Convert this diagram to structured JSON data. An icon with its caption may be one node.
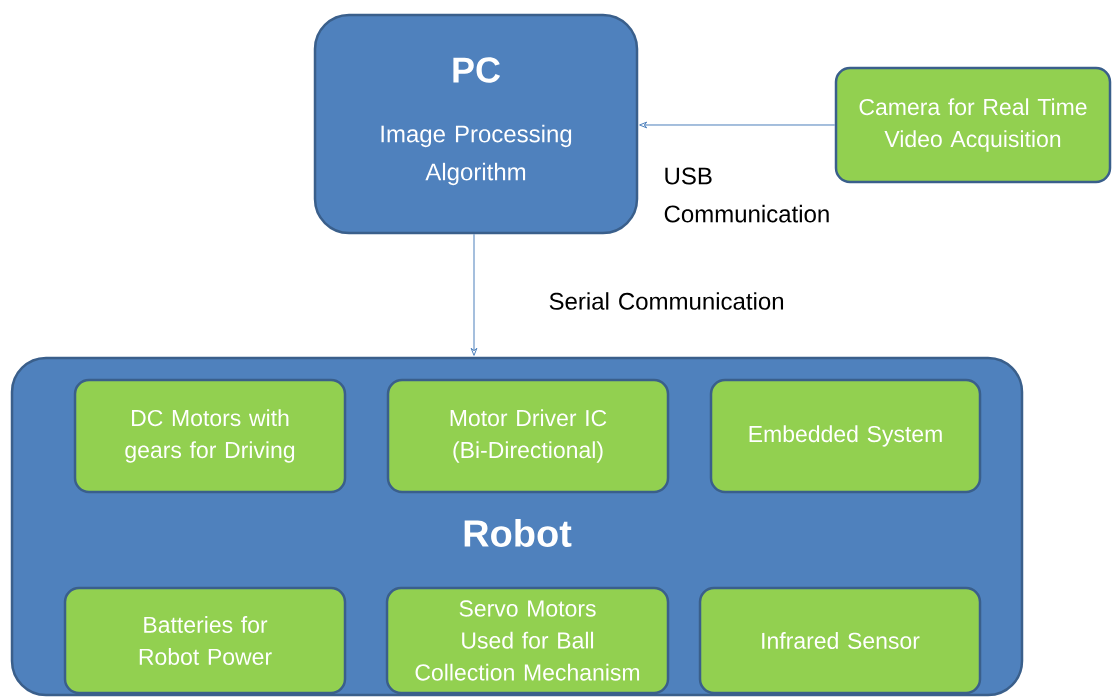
{
  "diagram": {
    "nodes": [
      {
        "text": [
          "PC",
          "Image Processing Algorithm"
        ]
      },
      {
        "text": [
          "Camera for Real Time Video Acquisition"
        ]
      },
      {
        "text": [
          "Robot"
        ]
      },
      {
        "text": [
          "DC Motors with gears for Driving"
        ],
        "in": 2
      },
      {
        "text": [
          "Motor Driver IC (Bi-Directional)"
        ],
        "in": 2
      },
      {
        "text": [
          "Embedded System"
        ],
        "in": 2
      },
      {
        "text": [
          "Batteries for Robot Power"
        ],
        "in": 2
      },
      {
        "text": [
          "Servo Motors Used for Ball Collection Mechanism"
        ],
        "in": 2
      },
      {
        "text": [
          "Infrared Sensor"
        ],
        "in": 2
      }
    ],
    "edges": [
      {
        "from": 1,
        "to": 0,
        "arrow": "to",
        "label": "USB Communication"
      },
      {
        "from": 0,
        "to": 2,
        "arrow": "to",
        "label": "Serial Communication"
      }
    ]
  }
}
